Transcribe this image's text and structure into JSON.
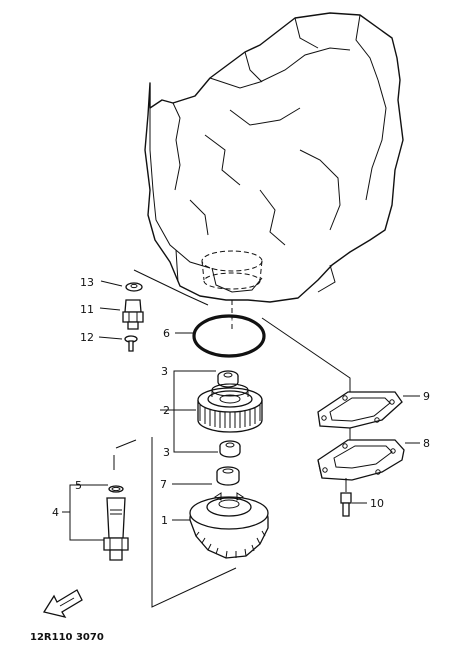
{
  "labels": {
    "p1": "1",
    "p2": "2",
    "p3a": "3",
    "p3b": "3",
    "p4": "4",
    "p5": "5",
    "p6": "6",
    "p7": "7",
    "p8": "8",
    "p9": "9",
    "p10": "10",
    "p11": "11",
    "p12": "12",
    "p13": "13"
  },
  "footer": {
    "code": "12R110 3070"
  },
  "icons": {
    "front_arrow": "front-direction-arrow-icon"
  }
}
